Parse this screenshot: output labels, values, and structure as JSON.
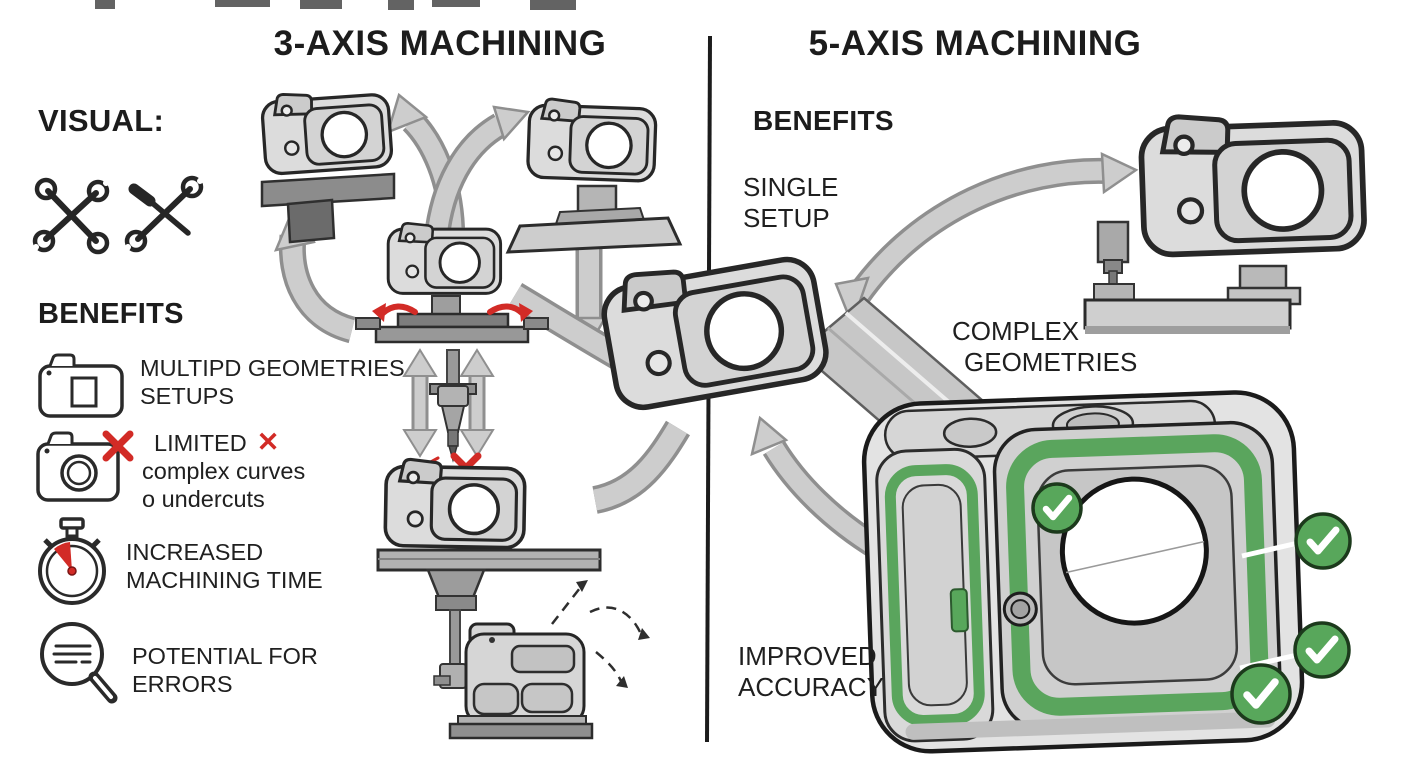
{
  "left": {
    "title": "3-AXIS MACHINING",
    "visual_label": "VISUAL:",
    "benefits_label": "BENEFITS",
    "benefits": [
      {
        "icon": "camera-body-icon",
        "lines": [
          "MULTIPD GEOMETRIES",
          "SETUPS"
        ]
      },
      {
        "icon": "camera-limited-icon",
        "x_mark": "✕",
        "lines": [
          "LIMITED",
          "complex curves",
          "o undercuts"
        ]
      },
      {
        "icon": "stopwatch-icon",
        "lines": [
          "INCREASED",
          "MACHINING TIME"
        ]
      },
      {
        "icon": "magnifier-icon",
        "lines": [
          "POTENTIAL FOR",
          "ERRORS"
        ]
      }
    ]
  },
  "right": {
    "title": "5-AXIS MACHINING",
    "benefits_label": "BENEFITS",
    "single_setup": {
      "line1": "SINGLE",
      "line2": "SETUP"
    },
    "complex_geometries": {
      "line1": "COMPLEX",
      "line2": "GEOMETRIES"
    },
    "improved_accuracy": {
      "line1": "IMPROVED",
      "line2": "ACCURACY"
    },
    "checkmarks_count": 4
  },
  "colors": {
    "text": "#1c1c1c",
    "divider": "#1c1c1c",
    "check_green": "#58a75b",
    "check_green_dark": "#1c3a1c",
    "highlight_green": "#5aa55d",
    "alert_red": "#d22b26",
    "arrow_fill": "#cdcdcd",
    "arrow_edge": "#8f8f8f",
    "metal_light": "#dcdcdc",
    "metal_dark": "#8c8c8c"
  }
}
